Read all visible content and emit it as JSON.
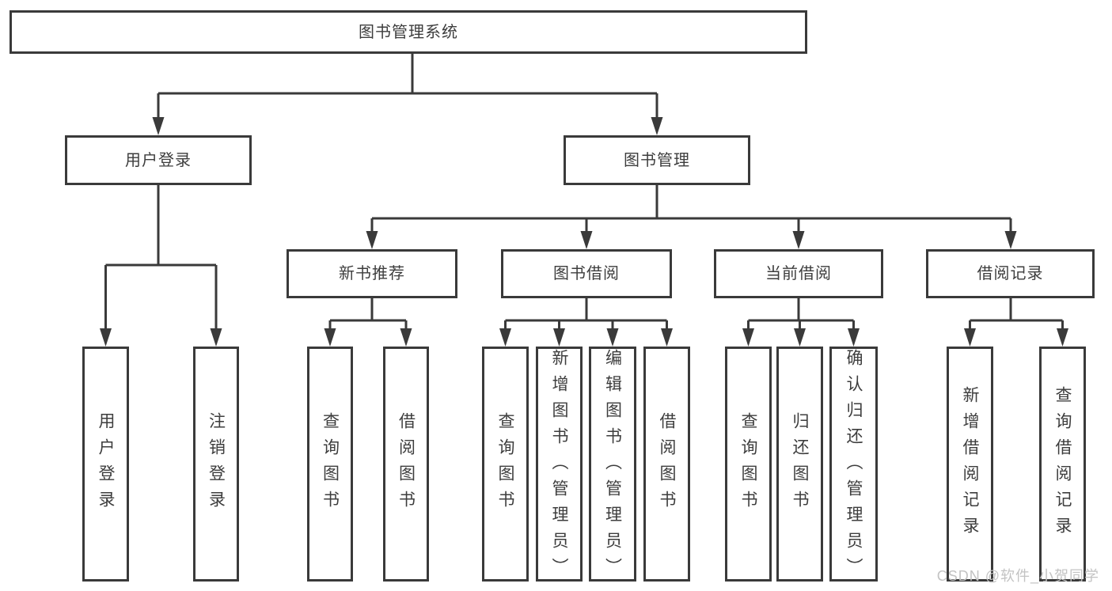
{
  "diagram_title": "图书管理系统",
  "tree": {
    "label": "图书管理系统",
    "children": [
      {
        "label": "用户登录",
        "children": [
          {
            "label": "用户登录"
          },
          {
            "label": "注销登录"
          }
        ]
      },
      {
        "label": "图书管理",
        "children": [
          {
            "label": "新书推荐",
            "children": [
              {
                "label": "查询图书"
              },
              {
                "label": "借阅图书"
              }
            ]
          },
          {
            "label": "图书借阅",
            "children": [
              {
                "label": "查询图书"
              },
              {
                "label": "新增图书（管理员）"
              },
              {
                "label": "编辑图书（管理员）"
              },
              {
                "label": "借阅图书"
              }
            ]
          },
          {
            "label": "当前借阅",
            "children": [
              {
                "label": "查询图书"
              },
              {
                "label": "归还图书"
              },
              {
                "label": "确认归还（管理员）"
              }
            ]
          },
          {
            "label": "借阅记录",
            "children": [
              {
                "label": "新增借阅记录"
              },
              {
                "label": "查询借阅记录"
              }
            ]
          }
        ]
      }
    ]
  },
  "watermark": {
    "text": "CSDN @软件_小贺同学"
  },
  "colors": {
    "background": "#ffffff",
    "line": "#3a3a3a",
    "box_border": "#3a3a3a",
    "text": "#3d3d3d",
    "watermark": "#c3c3c3"
  }
}
